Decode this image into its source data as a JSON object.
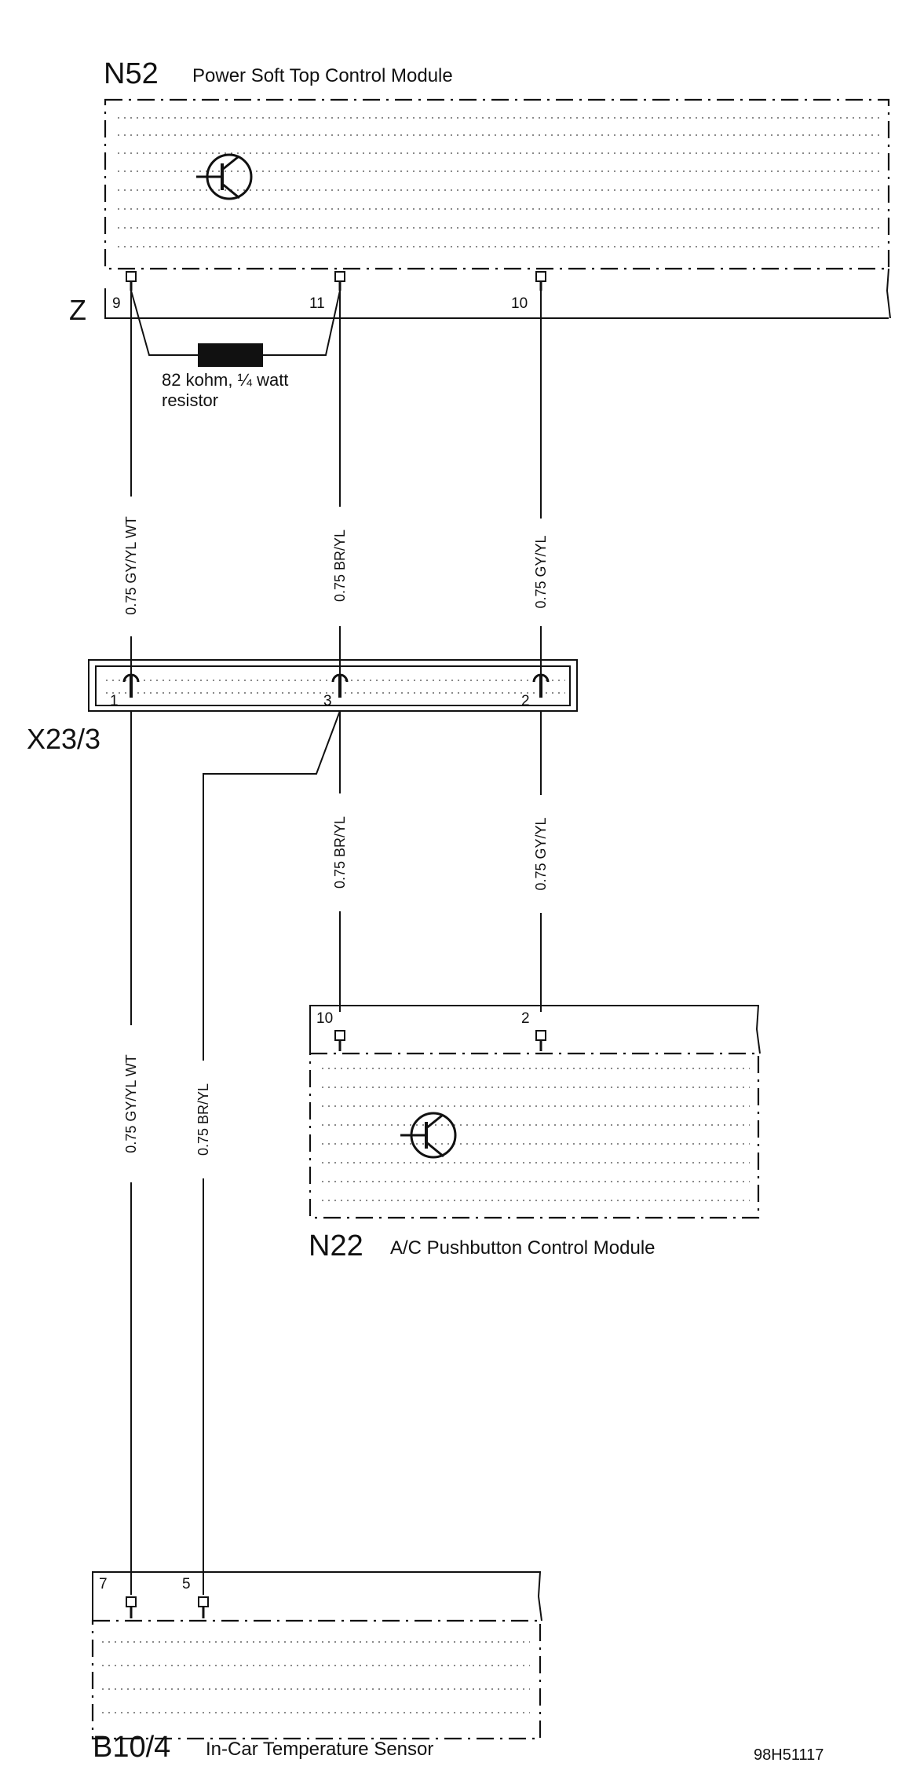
{
  "n52": {
    "code": "N52",
    "name": "Power Soft Top Control Module"
  },
  "z_connector": {
    "code": "Z",
    "pins": [
      "9",
      "11",
      "10"
    ]
  },
  "resistor": {
    "line1": "82 kohm, ¼ watt",
    "line2": "resistor"
  },
  "wires_upper": [
    "0.75 GY/YL WT",
    "0.75 BR/YL",
    "0.75 GY/YL"
  ],
  "x23": {
    "code": "X23/3",
    "pins": [
      "1",
      "3",
      "2"
    ]
  },
  "wires_middle": [
    "0.75 BR/YL",
    "0.75 GY/YL"
  ],
  "n22": {
    "code": "N22",
    "name": "A/C Pushbutton Control Module",
    "pins": [
      "10",
      "2"
    ]
  },
  "wires_lower": [
    "0.75 GY/YL WT",
    "0.75 BR/YL"
  ],
  "b104": {
    "code": "B10/4",
    "name": "In-Car Temperature Sensor",
    "pins": [
      "7",
      "5"
    ]
  },
  "figure_ref": "98H51117",
  "icons": [
    "transistor-icon",
    "resistor-icon",
    "terminal-icon"
  ]
}
